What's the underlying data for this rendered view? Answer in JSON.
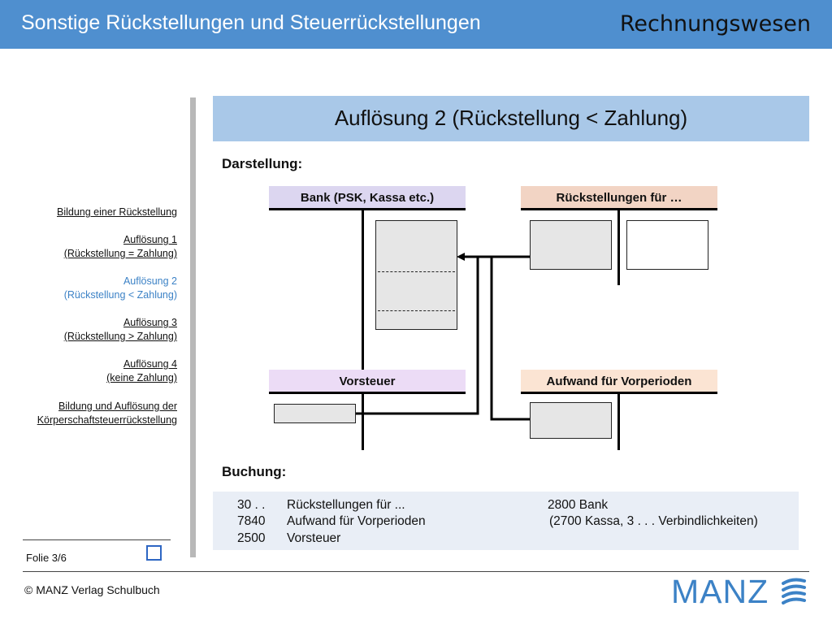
{
  "header": {
    "title": "Sonstige Rückstellungen und Steuerrückstellungen",
    "brand": "Rechnungswesen"
  },
  "nav": {
    "items": [
      {
        "lines": [
          "Bildung einer Rückstellung"
        ]
      },
      {
        "lines": [
          "Auflösung 1",
          "(Rückstellung = Zahlung)"
        ]
      },
      {
        "lines": [
          "Auflösung 2",
          "(Rückstellung < Zahlung)"
        ],
        "active": true
      },
      {
        "lines": [
          "Auflösung 3",
          "(Rückstellung > Zahlung)"
        ]
      },
      {
        "lines": [
          "Auflösung 4",
          "(keine Zahlung)"
        ]
      },
      {
        "lines": [
          "Bildung und Auflösung der",
          "Körperschaftsteuerrückstellung"
        ]
      }
    ]
  },
  "slide": {
    "title": "Auflösung 2 (Rückstellung < Zahlung)",
    "darstellung_label": "Darstellung:",
    "buchung_label": "Buchung:"
  },
  "accounts": {
    "bank": {
      "label": "Bank (PSK, Kassa etc.)",
      "color": "#dcd6f0"
    },
    "rueckstellungen": {
      "label": "Rückstellungen für …",
      "color": "#f2d4c4"
    },
    "vorsteuer": {
      "label": "Vorsteuer",
      "color": "#ecdcf6"
    },
    "aufwand": {
      "label": "Aufwand für Vorperioden",
      "color": "#fbe4d3"
    }
  },
  "booking": {
    "debit": [
      {
        "code": "30 . .",
        "text": "Rückstellungen für ..."
      },
      {
        "code": "7840",
        "text": "Aufwand für Vorperioden"
      },
      {
        "code": "2500",
        "text": "Vorsteuer"
      }
    ],
    "credit": [
      {
        "code": "2800",
        "text": "Bank"
      },
      {
        "code": "",
        "text": "(2700 Kassa, 3 . . . Verbindlichkeiten)"
      }
    ]
  },
  "footer": {
    "page": "Folie 3/6",
    "copyright": "© MANZ Verlag Schulbuch",
    "logo": "MANZ",
    "accent_color": "#3c82c6"
  }
}
